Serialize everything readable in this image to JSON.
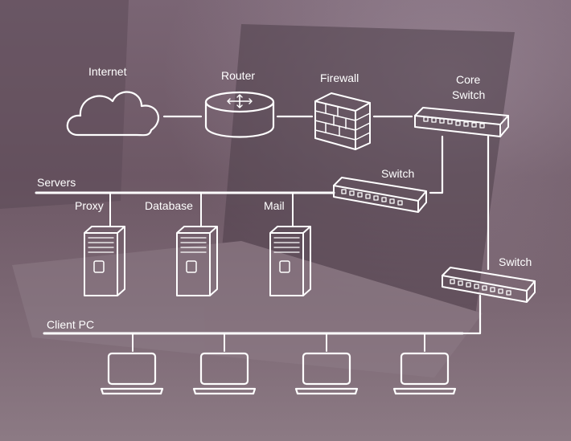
{
  "labels": {
    "internet": "Internet",
    "router": "Router",
    "firewall": "Firewall",
    "core_switch_line1": "Core",
    "core_switch_line2": "Switch",
    "server_switch": "Switch",
    "client_switch": "Switch",
    "servers": "Servers",
    "proxy": "Proxy",
    "database": "Database",
    "mail": "Mail",
    "client_pc": "Client PC"
  },
  "colors": {
    "line": "#ffffff",
    "background": "#6f5a68"
  },
  "icons": [
    "cloud-icon",
    "router-icon",
    "firewall-icon",
    "switch-icon",
    "server-tower-icon",
    "laptop-icon"
  ]
}
